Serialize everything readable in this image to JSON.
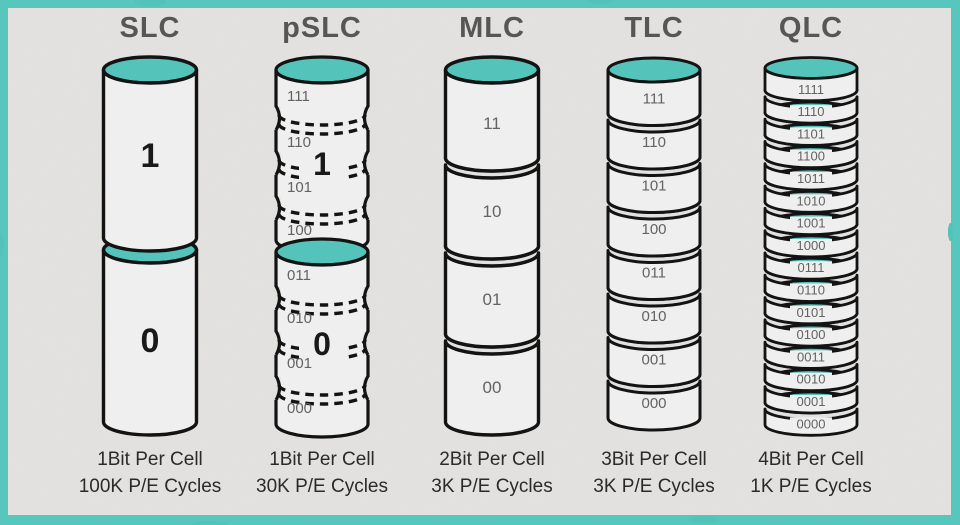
{
  "colors": {
    "cell_teal": "#5ad0c7",
    "frame_teal": "#5dd4ca",
    "outline": "#151515",
    "body_fill": "#ffffff",
    "title_text": "#5c5c5c",
    "level_text": "#6a6a6a",
    "big_digit": "#1b1b1b",
    "caption_text": "#2d2d2d",
    "background": "#f2f1ee"
  },
  "columns": [
    {
      "id": "slc",
      "title": "SLC",
      "sections": [
        "1",
        "0"
      ],
      "caption": [
        "1Bit Per Cell",
        "100K P/E Cycles"
      ]
    },
    {
      "id": "pslc",
      "title": "pSLC",
      "halves": [
        {
          "big": "1",
          "levels": [
            "111",
            "110",
            "101",
            "100"
          ]
        },
        {
          "big": "0",
          "levels": [
            "011",
            "010",
            "001",
            "000"
          ]
        }
      ],
      "caption": [
        "1Bit Per Cell",
        "30K P/E Cycles"
      ]
    },
    {
      "id": "mlc",
      "title": "MLC",
      "sections": [
        "11",
        "10",
        "01",
        "00"
      ],
      "caption": [
        "2Bit Per Cell",
        "3K P/E Cycles"
      ]
    },
    {
      "id": "tlc",
      "title": "TLC",
      "sections": [
        "111",
        "110",
        "101",
        "100",
        "011",
        "010",
        "001",
        "000"
      ],
      "caption": [
        "3Bit Per Cell",
        "3K P/E Cycles"
      ]
    },
    {
      "id": "qlc",
      "title": "QLC",
      "sections": [
        "1111",
        "1110",
        "1101",
        "1100",
        "1011",
        "1010",
        "1001",
        "1000",
        "0111",
        "0110",
        "0101",
        "0100",
        "0011",
        "0010",
        "0001",
        "0000"
      ],
      "caption": [
        "4Bit Per Cell",
        "1K P/E Cycles"
      ]
    }
  ]
}
